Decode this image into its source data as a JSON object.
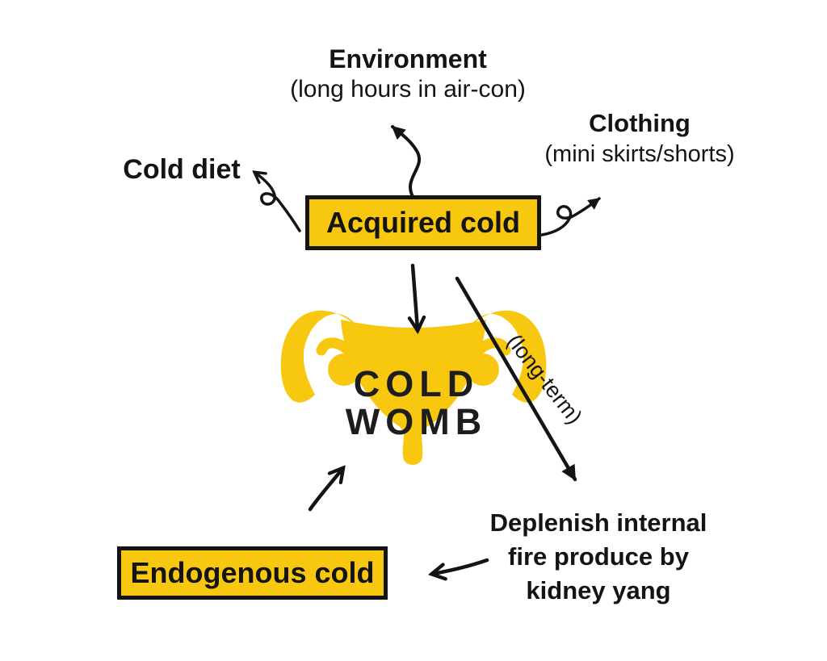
{
  "colors": {
    "accent_yellow": "#F8C70F",
    "ink": "#141414"
  },
  "diagram": {
    "external_factors": {
      "environment": {
        "title": "Environment",
        "subtitle": "(long hours in air-con)"
      },
      "clothing": {
        "title": "Clothing",
        "subtitle": "(mini skirts/shorts)"
      },
      "cold_diet": {
        "label": "Cold diet"
      }
    },
    "acquired_cold": {
      "label": "Acquired cold"
    },
    "womb": {
      "word1": "COLD",
      "word2": "WOMB"
    },
    "long_term_note": {
      "label": "(long-term)"
    },
    "deplenish": {
      "lines": [
        "Deplenish internal",
        "fire produce by",
        "kidney yang"
      ]
    },
    "endogenous_cold": {
      "label": "Endogenous cold"
    }
  },
  "icons": {
    "uterus_illustration": "uterus"
  }
}
